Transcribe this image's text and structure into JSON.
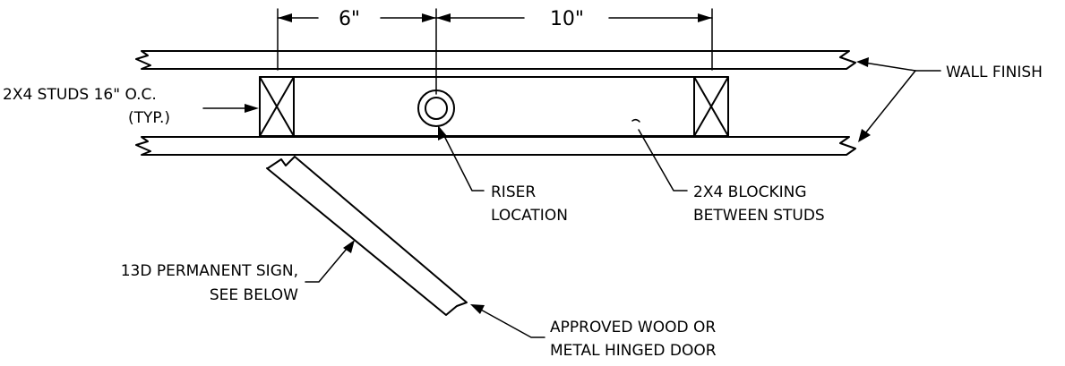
{
  "dimensions": {
    "left": "6\"",
    "right": "10\""
  },
  "labels": {
    "studs_line1": "2X4 STUDS 16\" O.C.",
    "studs_line2": "(TYP.)",
    "wall_finish": "WALL FINISH",
    "riser_line1": "RISER",
    "riser_line2": "LOCATION",
    "blocking_line1": "2X4 BLOCKING",
    "blocking_line2": "BETWEEN STUDS",
    "sign_line1": "13D PERMANENT SIGN,",
    "sign_line2": "SEE BELOW",
    "door_line1": "APPROVED WOOD OR",
    "door_line2": "METAL HINGED DOOR"
  }
}
